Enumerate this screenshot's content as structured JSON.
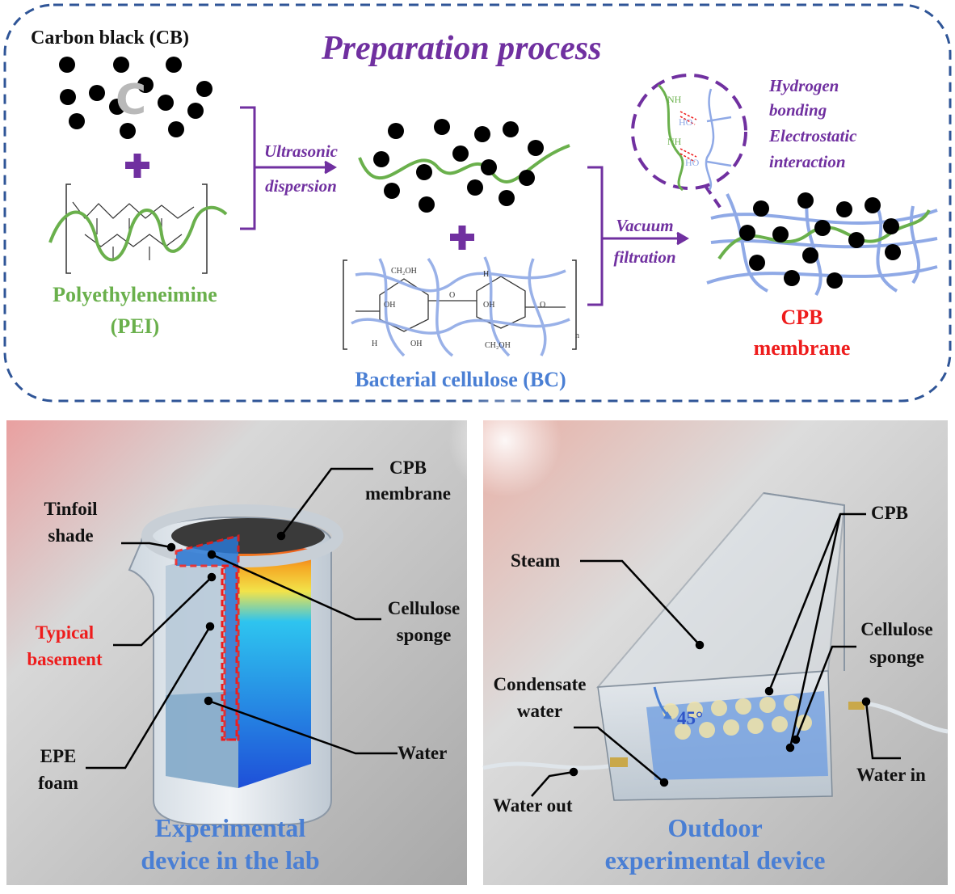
{
  "top": {
    "title": "Preparation process",
    "carbon_black": "Carbon black (CB)",
    "carbon_symbol": "C",
    "pei_name": "Polyethyleneimine",
    "pei_abbr": "(PEI)",
    "ultrasonic_1": "Ultrasonic",
    "ultrasonic_2": "dispersion",
    "vacuum_1": "Vacuum",
    "vacuum_2": "filtration",
    "bc_label": "Bacterial cellulose (BC)",
    "interaction_1": "Hydrogen",
    "interaction_2": "bonding",
    "interaction_3": "Electrostatic",
    "interaction_4": "interaction",
    "cpb_1": "CPB",
    "cpb_2": "membrane",
    "nh2": "NH",
    "ho": "HO",
    "bc_atoms": {
      "ch2oh": "CH₂OH",
      "h": "H",
      "oh": "OH",
      "o": "O",
      "n": "n"
    }
  },
  "lab": {
    "cpb_1": "CPB",
    "cpb_2": "membrane",
    "tinfoil_1": "Tinfoil",
    "tinfoil_2": "shade",
    "cellulose_1": "Cellulose",
    "cellulose_2": "sponge",
    "typical_1": "Typical",
    "typical_2": "basement",
    "water": "Water",
    "epe_1": "EPE",
    "epe_2": "foam",
    "caption_1": "Experimental",
    "caption_2": "device in the lab"
  },
  "outdoor": {
    "cpb": "CPB",
    "steam": "Steam",
    "cellulose_1": "Cellulose",
    "cellulose_2": "sponge",
    "condensate_1": "Condensate",
    "condensate_2": "water",
    "angle": "45°",
    "water_in": "Water in",
    "water_out": "Water out",
    "caption_1": "Outdoor",
    "caption_2": "experimental device"
  },
  "colors": {
    "purple": "#7030a0",
    "green": "#6ab04c",
    "blue": "#4a7fd4",
    "red": "#ee1c1c",
    "dashed_border": "#2f5597"
  }
}
